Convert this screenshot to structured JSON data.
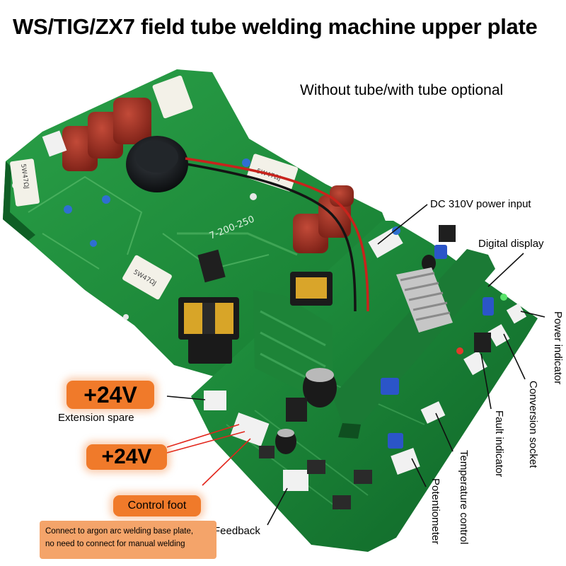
{
  "title": "WS/TIG/ZX7 field tube welding machine upper plate",
  "subtitle": "Without tube/with tube optional",
  "board_silk": {
    "model": "7-200-250",
    "resistor_a": "5W47ΩJ",
    "resistor_b": "5W47ΩJ",
    "resistor_c": "5W47ΩJ"
  },
  "labels": {
    "dc_input": "DC 310V power input",
    "digital_display": "Digital display",
    "power_indicator": "Power indicator",
    "conversion_socket": "Conversion socket",
    "fault_indicator": "Fault indicator",
    "temperature_control": "Temperature control",
    "potentiometer": "Potentiometer",
    "feedback": "Feedback",
    "extension_spare": "Extension spare"
  },
  "badges": {
    "v24_top": "+24V",
    "v24_bottom": "+24V",
    "control_foot": "Control foot"
  },
  "note": {
    "line1": "Connect to argon arc welding base plate,",
    "line2": "no need to connect for manual welding"
  },
  "colors": {
    "pcb": "#1f8a3a",
    "pcb_dark": "#146b2b",
    "capacitor": "#9c2f22",
    "badge": "#f07a2a",
    "pointer_red": "#e2261c"
  }
}
